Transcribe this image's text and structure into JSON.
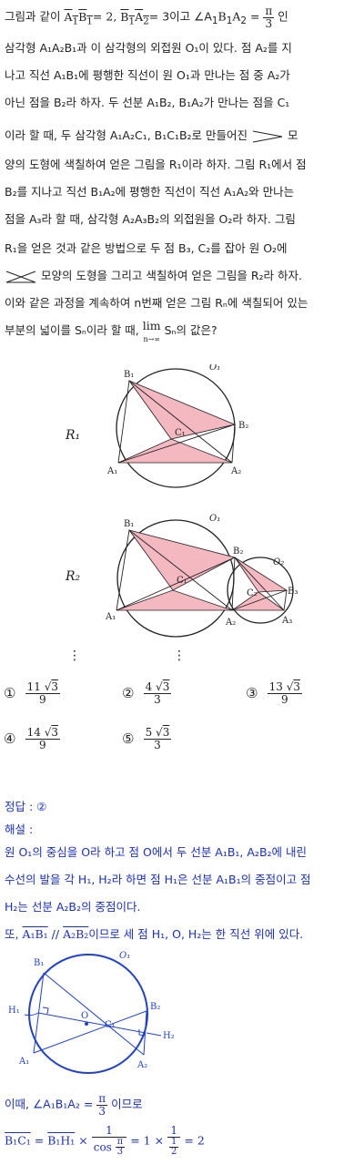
{
  "problem": {
    "l1": {
      "a": "그림과 같이 ",
      "b": "A",
      "c": "B",
      "d": "= 2, ",
      "e": "B",
      "f": "A",
      "g": "= 3이고 ∠A",
      "h": "B",
      "i": "A",
      "j": " = ",
      "pi": "π",
      "three": "3",
      "k": " 인"
    },
    "l2": "삼각형 A₁A₂B₁과 이 삼각형의 외접원 O₁이 있다. 점 A₂를 지",
    "l3": "나고 직선 A₁B₁에 평행한 직선이 원 O₁과 만나는 점 중 A₂가",
    "l4": "아닌 점을 B₂라 하자. 두 선분 A₁B₂, B₁A₂가 만나는 점을 C₁",
    "l5a": "이라 할 때, 두 삼각형 A₁A₂C₁, B₁C₁B₂로 만들어진",
    "l5b": "모",
    "l6": "양의 도형에 색칠하여 얻은 그림을 R₁이라 하자. 그림 R₁에서 점",
    "l7": "B₂를 지나고 직선 B₁A₂에 평행한 직선이 직선 A₁A₂와 만나는",
    "l8": "점을 A₃라 할 때, 삼각형 A₂A₃B₂의 외접원을 O₂라 하자. 그림",
    "l9": "R₁을 얻은 것과 같은 방법으로 두 점 B₃, C₂를 잡아 원 O₂에",
    "l10": "모양의 도형을 그리고 색칠하여 얻은 그림을 R₂라 하자.",
    "l11": "이와 같은 과정을 계속하여 n번째 얻은 그림 Rₙ에 색칠되어 있는",
    "l12a": "부분의 넓이를 Sₙ이라 할 때,",
    "lim": "lim",
    "limsub": "n→∞",
    "l12b": "Sₙ의 값은?"
  },
  "figures": {
    "r1_label": "R₁",
    "r2_label": "R₂",
    "r1": {
      "B1": "B₁",
      "O1": "O₁",
      "B2": "B₂",
      "C1": "C₁",
      "A1": "A₁",
      "A2": "A₂"
    },
    "r2": {
      "B1": "B₁",
      "O1": "O₁",
      "B2": "B₂",
      "O2": "O₂",
      "C1": "C₁",
      "C2": "C₂",
      "B3": "B₃",
      "A1": "A₁",
      "A2": "A₂",
      "A3": "A₃"
    },
    "dots": "⋮"
  },
  "choices": [
    {
      "num": "①",
      "coef": "11",
      "root": "3",
      "den": "9"
    },
    {
      "num": "②",
      "coef": "4",
      "root": "3",
      "den": "3"
    },
    {
      "num": "③",
      "coef": "13",
      "root": "3",
      "den": "9"
    },
    {
      "num": "④",
      "coef": "14",
      "root": "3",
      "den": "9"
    },
    {
      "num": "⑤",
      "coef": "5",
      "root": "3",
      "den": "3"
    }
  ],
  "answer": {
    "label": "정답 : ②",
    "explain_label": "해설 :",
    "s1": "원 O₁의 중심을 O라 하고 점 O에서 두 선분 A₁B₁, A₂B₂에 내린",
    "s2": "수선의 발을 각 H₁, H₂라 하면 점 H₁은 선분 A₁B₁의 중점이고 점",
    "s3": "H₂는 선분 A₂B₂의 중점이다.",
    "s4a": "또, ",
    "s4seg1": "A₁B₁",
    "s4par": " // ",
    "s4seg2": "A₂B₂",
    "s4b": "이므로 세 점 H₁, O, H₂는 한 직선 위에 있다.",
    "s5a": "이때, ∠A₁B₁A₂ = ",
    "s5b": " 이므로",
    "s6seg1": "B₁C₁",
    "s6eq": " = ",
    "s6seg2": "B₁H₁",
    "s6times": " × ",
    "one": "1",
    "cos": "cos",
    "s6mid": " = 1 × ",
    "two": "2",
    "s6end": " = 2"
  },
  "solution_fig": {
    "B1": "B₁",
    "O1": "O₁",
    "H1": "H₁",
    "O": "O",
    "C1": "C₁",
    "B2": "B₂",
    "H2": "H₂",
    "A1": "A₁",
    "A2": "A₂"
  },
  "colors": {
    "shade": "#f4b8c1",
    "answer_blue": "#1a2fc9",
    "solution_line": "#1f3fd6"
  }
}
